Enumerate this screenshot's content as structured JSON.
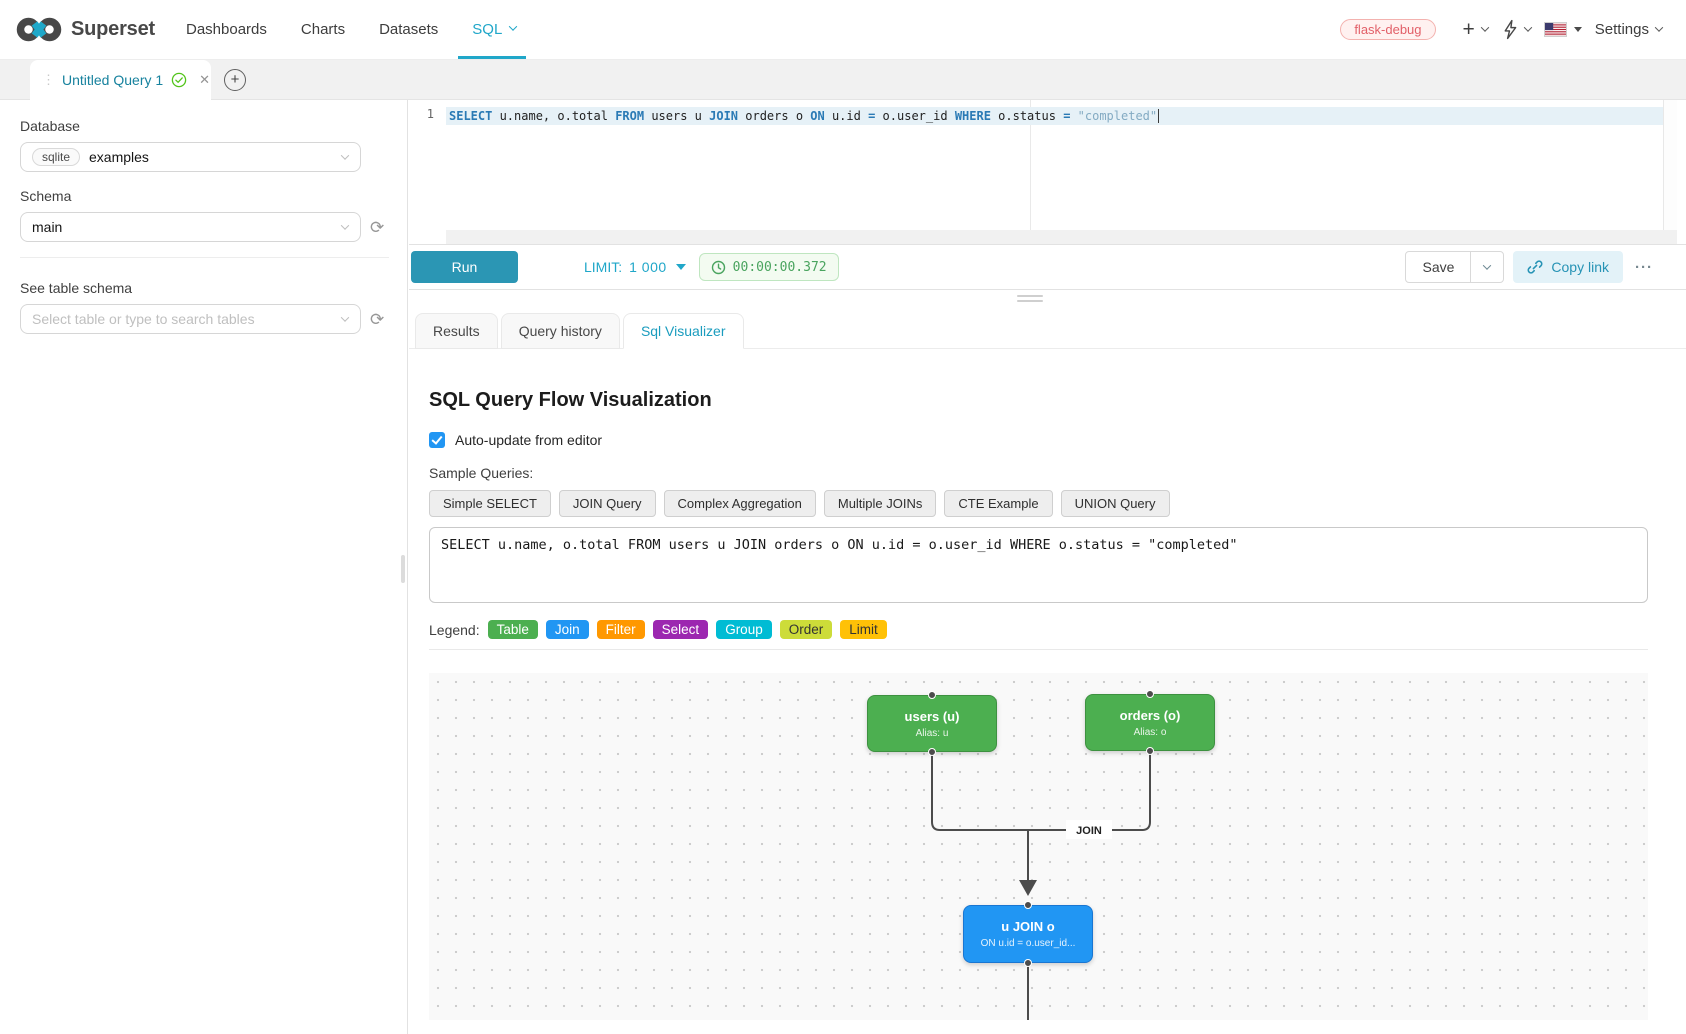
{
  "accent": "#20a7c9",
  "navbar": {
    "brand": "Superset",
    "links": [
      {
        "label": "Dashboards"
      },
      {
        "label": "Charts"
      },
      {
        "label": "Datasets"
      },
      {
        "label": "SQL"
      }
    ],
    "env_badge": "flask-debug",
    "plus_glyph": "+",
    "settings_label": "Settings"
  },
  "query_tabs": {
    "drag_glyph": "⋮",
    "active_label": "Untitled Query 1",
    "close_glyph": "✕",
    "add_glyph": "+"
  },
  "sidebar": {
    "database_label": "Database",
    "database_engine": "sqlite",
    "database_name": "examples",
    "schema_label": "Schema",
    "schema_value": "main",
    "refresh_glyph": "⟳",
    "table_label": "See table schema",
    "table_placeholder": "Select table or type to search tables"
  },
  "editor": {
    "line_number": "1",
    "tokens": [
      {
        "type": "keyword",
        "text": "SELECT"
      },
      {
        "type": "plain",
        "text": " u.name, o.total "
      },
      {
        "type": "keyword",
        "text": "FROM"
      },
      {
        "type": "plain",
        "text": " users u "
      },
      {
        "type": "keyword",
        "text": "JOIN"
      },
      {
        "type": "plain",
        "text": " orders o "
      },
      {
        "type": "keyword",
        "text": "ON"
      },
      {
        "type": "plain",
        "text": " u.id "
      },
      {
        "type": "op",
        "text": "="
      },
      {
        "type": "plain",
        "text": " o.user_id "
      },
      {
        "type": "keyword",
        "text": "WHERE"
      },
      {
        "type": "plain",
        "text": " o.status "
      },
      {
        "type": "op",
        "text": "="
      },
      {
        "type": "string",
        "text": " \"completed\""
      }
    ]
  },
  "toolbar": {
    "run_label": "Run",
    "limit_label": "LIMIT:",
    "limit_value": "1 000",
    "timer": "00:00:00.372",
    "save_label": "Save",
    "copy_link_label": "Copy link",
    "more_glyph": "···"
  },
  "results_panel": {
    "tabs": [
      {
        "label": "Results"
      },
      {
        "label": "Query history"
      },
      {
        "label": "Sql Visualizer"
      }
    ]
  },
  "visualizer": {
    "title": "SQL Query Flow Visualization",
    "auto_update_label": "Auto-update from editor",
    "auto_update_checked": true,
    "sample_queries_label": "Sample Queries:",
    "sample_queries": [
      "Simple SELECT",
      "JOIN Query",
      "Complex Aggregation",
      "Multiple JOINs",
      "CTE Example",
      "UNION Query"
    ],
    "query_text": "SELECT u.name, o.total FROM users u JOIN orders o ON u.id = o.user_id WHERE o.status = \"completed\"",
    "legend_label": "Legend:",
    "legend": [
      {
        "label": "Table",
        "bg": "#4CAF50",
        "fg": "#ffffff"
      },
      {
        "label": "Join",
        "bg": "#2196F3",
        "fg": "#ffffff"
      },
      {
        "label": "Filter",
        "bg": "#FF9800",
        "fg": "#ffffff"
      },
      {
        "label": "Select",
        "bg": "#9C27B0",
        "fg": "#ffffff"
      },
      {
        "label": "Group",
        "bg": "#00BCD4",
        "fg": "#ffffff"
      },
      {
        "label": "Order",
        "bg": "#CDDC39",
        "fg": "#333333"
      },
      {
        "label": "Limit",
        "bg": "#FFC107",
        "fg": "#333333"
      }
    ],
    "flow": {
      "nodes": [
        {
          "title": "users (u)",
          "subtitle": "Alias: u",
          "bg": "#4CAF50",
          "border": "#3d9140"
        },
        {
          "title": "orders (o)",
          "subtitle": "Alias: o",
          "bg": "#4CAF50",
          "border": "#3d9140"
        },
        {
          "title": "u JOIN o",
          "subtitle": "ON u.id = o.user_id...",
          "bg": "#2196F3",
          "border": "#1976D2"
        }
      ],
      "edge_label": "JOIN"
    }
  }
}
